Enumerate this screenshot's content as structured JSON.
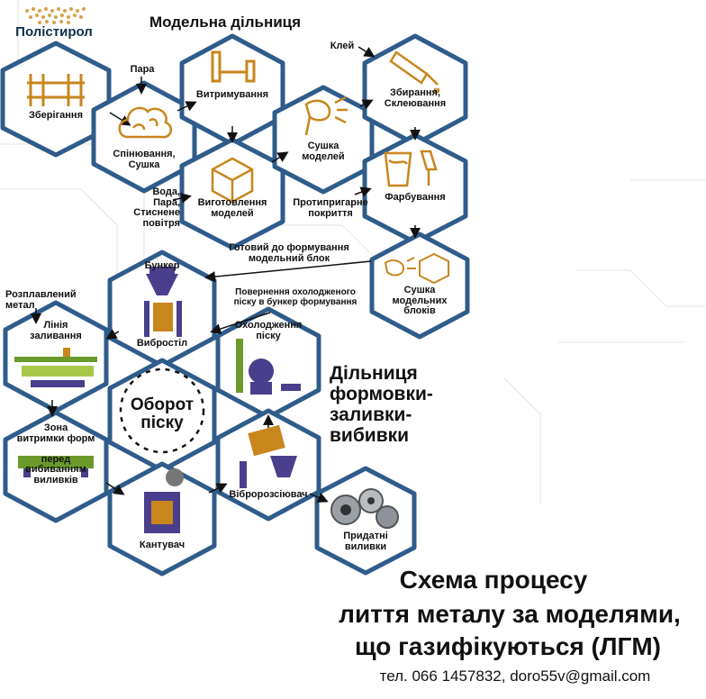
{
  "header": {
    "brand": "Полістирол",
    "zone_title": "Модельна дільниця"
  },
  "steps": {
    "storage": "Зберігання",
    "foaming": "Спінювання,\nСушка",
    "aging": "Витримування",
    "model_making": "Виготовлення\nмоделей",
    "model_drying": "Сушка\nмоделей",
    "assembly": "Збирання,\nСклеювання",
    "painting": "Фарбування",
    "block_drying": "Сушка\nмодельних\nблоків",
    "hopper": "Бункер",
    "vibro_table": "Вибростіл",
    "pouring_line": "Лінія\nзаливання",
    "sand_cooling": "Охолодження\nпіску",
    "sand_cycle": "Оборот\nпіску",
    "holding_zone": "Зона\nвитримки форм\n\nперед\nвибиванням\nвиливків",
    "tilter": "Кантувач",
    "vibro_separator": "Вібророзсіювач",
    "good_castings": "Придатні\nвиливки"
  },
  "notes": {
    "steam": "Пара",
    "glue": "Клей",
    "water_steam_air": "Вода,\nПара,\nСтиснене\nповітря",
    "fireproof_coating": "Протипригарне\nпокриття",
    "ready_block": "Готовий до формування\nмодельний блок",
    "sand_return": "Повернення охолодженого\nпіску в бункер формування",
    "molten_metal": "Розплавлений\nметал"
  },
  "section_label": "Дільниця\nформовки-\nзаливки-\nвибивки",
  "footer": {
    "title_line1": "Схема процесу",
    "title_line2": "лиття металу за моделями,",
    "title_line3": "що газифікуються (ЛГМ)",
    "contact": "тел. 066 1457832,  doro55v@gmail.com"
  },
  "colors": {
    "hex_outline": "#2f5c8a",
    "icon_orange": "#c8861d",
    "icon_purple": "#4a3f8c",
    "icon_green": "#6a9a2a",
    "brand_dots": "#d7a24c"
  }
}
